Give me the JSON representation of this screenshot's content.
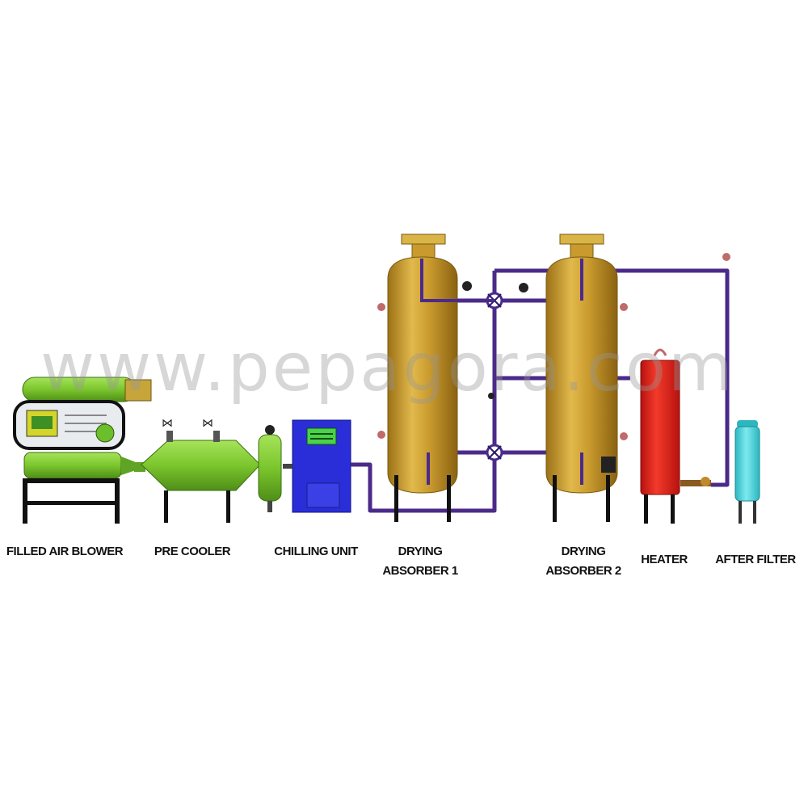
{
  "watermark": "www.pepagora.com",
  "labels": {
    "air_blower": "FILLED AIR BLOWER",
    "pre_cooler": "PRE COOLER",
    "chilling_unit": "CHILLING UNIT",
    "drying_absorber_1_line1": "DRYING",
    "drying_absorber_1_line2": "ABSORBER 1",
    "drying_absorber_2_line1": "DRYING",
    "drying_absorber_2_line2": "ABSORBER 2",
    "heater": "HEATER",
    "after_filter": "AFTER FILTER"
  },
  "colors": {
    "blower_green": "#7bc62d",
    "cooler_green": "#8fd33a",
    "chiller_blue": "#2a2ed8",
    "chiller_display": "#4ad24a",
    "absorber_gold": "#c99a2e",
    "heater_red": "#e8211c",
    "filter_cyan": "#43d6df",
    "pipe_purple": "#4b2a8a",
    "frame_black": "#111111"
  }
}
